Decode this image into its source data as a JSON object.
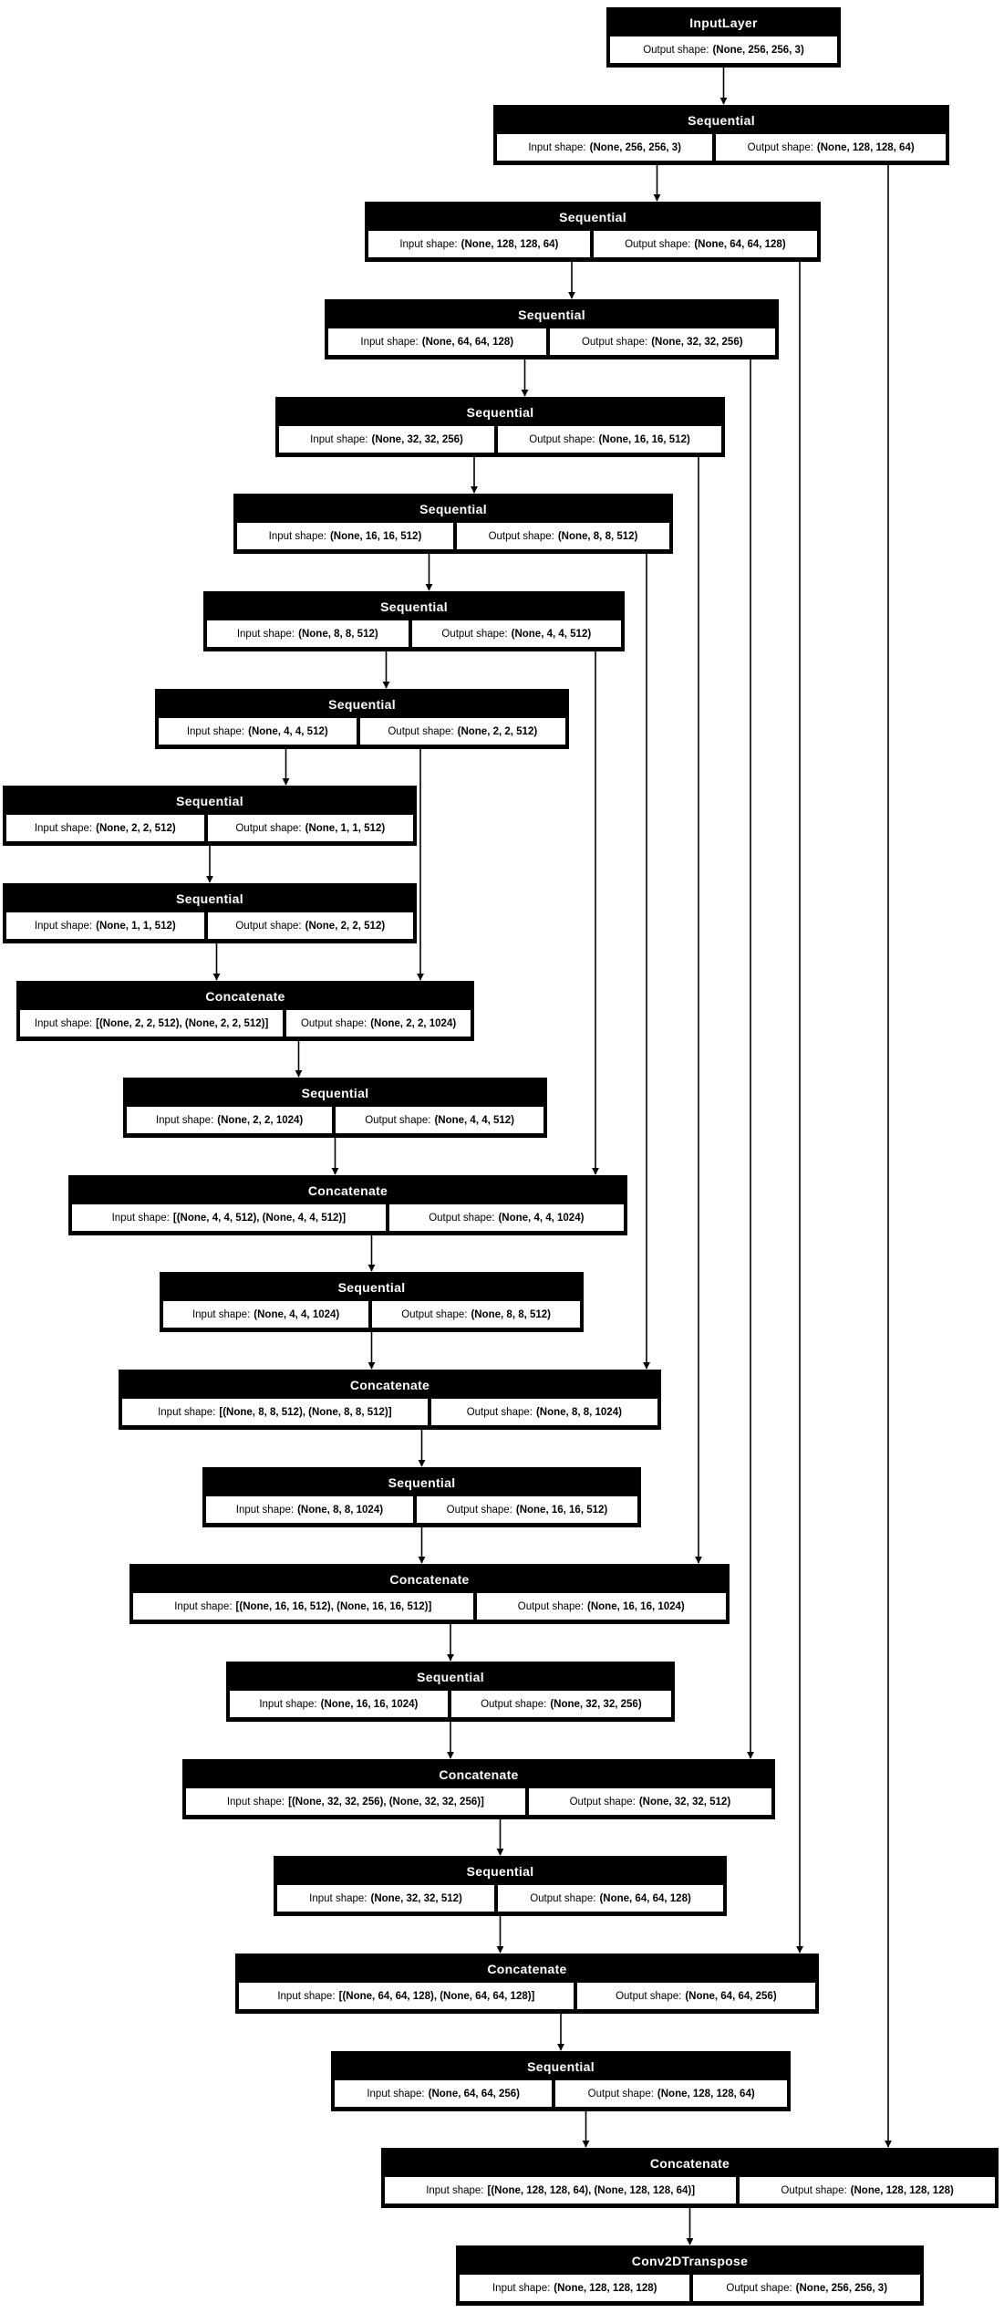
{
  "diagram": {
    "kind": "keras-model-plot",
    "labels": {
      "input": "Input shape:",
      "output": "Output shape:"
    },
    "colors": {
      "node_header_bg": "#000000",
      "node_header_text": "#ffffff",
      "cell_bg": "#ffffff",
      "cell_text": "#000000",
      "edge": "#000000",
      "background": "#ffffff"
    },
    "nodes": [
      {
        "title": "InputLayer",
        "output": "(None, 256, 256, 3)"
      },
      {
        "title": "Sequential",
        "input": "(None, 256, 256, 3)",
        "output": "(None, 128, 128, 64)"
      },
      {
        "title": "Sequential",
        "input": "(None, 128, 128, 64)",
        "output": "(None, 64, 64, 128)"
      },
      {
        "title": "Sequential",
        "input": "(None, 64, 64, 128)",
        "output": "(None, 32, 32, 256)"
      },
      {
        "title": "Sequential",
        "input": "(None, 32, 32, 256)",
        "output": "(None, 16, 16, 512)"
      },
      {
        "title": "Sequential",
        "input": "(None, 16, 16, 512)",
        "output": "(None, 8, 8, 512)"
      },
      {
        "title": "Sequential",
        "input": "(None, 8, 8, 512)",
        "output": "(None, 4, 4, 512)"
      },
      {
        "title": "Sequential",
        "input": "(None, 4, 4, 512)",
        "output": "(None, 2, 2, 512)"
      },
      {
        "title": "Sequential",
        "input": "(None, 2, 2, 512)",
        "output": "(None, 1, 1, 512)"
      },
      {
        "title": "Sequential",
        "input": "(None, 1, 1, 512)",
        "output": "(None, 2, 2, 512)"
      },
      {
        "title": "Concatenate",
        "input": "[(None, 2, 2, 512), (None, 2, 2, 512)]",
        "output": "(None, 2, 2, 1024)"
      },
      {
        "title": "Sequential",
        "input": "(None, 2, 2, 1024)",
        "output": "(None, 4, 4, 512)"
      },
      {
        "title": "Concatenate",
        "input": "[(None, 4, 4, 512), (None, 4, 4, 512)]",
        "output": "(None, 4, 4, 1024)"
      },
      {
        "title": "Sequential",
        "input": "(None, 4, 4, 1024)",
        "output": "(None, 8, 8, 512)"
      },
      {
        "title": "Concatenate",
        "input": "[(None, 8, 8, 512), (None, 8, 8, 512)]",
        "output": "(None, 8, 8, 1024)"
      },
      {
        "title": "Sequential",
        "input": "(None, 8, 8, 1024)",
        "output": "(None, 16, 16, 512)"
      },
      {
        "title": "Concatenate",
        "input": "[(None, 16, 16, 512), (None, 16, 16, 512)]",
        "output": "(None, 16, 16, 1024)"
      },
      {
        "title": "Sequential",
        "input": "(None, 16, 16, 1024)",
        "output": "(None, 32, 32, 256)"
      },
      {
        "title": "Concatenate",
        "input": "[(None, 32, 32, 256), (None, 32, 32, 256)]",
        "output": "(None, 32, 32, 512)"
      },
      {
        "title": "Sequential",
        "input": "(None, 32, 32, 512)",
        "output": "(None, 64, 64, 128)"
      },
      {
        "title": "Concatenate",
        "input": "[(None, 64, 64, 128), (None, 64, 64, 128)]",
        "output": "(None, 64, 64, 256)"
      },
      {
        "title": "Sequential",
        "input": "(None, 64, 64, 256)",
        "output": "(None, 128, 128, 64)"
      },
      {
        "title": "Concatenate",
        "input": "[(None, 128, 128, 64), (None, 128, 128, 64)]",
        "output": "(None, 128, 128, 128)"
      },
      {
        "title": "Conv2DTranspose",
        "input": "(None, 128, 128, 128)",
        "output": "(None, 256, 256, 3)"
      }
    ],
    "edges": [
      {
        "from": 0,
        "to": 1
      },
      {
        "from": 1,
        "to": 2
      },
      {
        "from": 2,
        "to": 3
      },
      {
        "from": 3,
        "to": 4
      },
      {
        "from": 4,
        "to": 5
      },
      {
        "from": 5,
        "to": 6
      },
      {
        "from": 6,
        "to": 7
      },
      {
        "from": 7,
        "to": 8
      },
      {
        "from": 8,
        "to": 9
      },
      {
        "from": 9,
        "to": 10
      },
      {
        "from": 10,
        "to": 11
      },
      {
        "from": 11,
        "to": 12
      },
      {
        "from": 12,
        "to": 13
      },
      {
        "from": 13,
        "to": 14
      },
      {
        "from": 14,
        "to": 15
      },
      {
        "from": 15,
        "to": 16
      },
      {
        "from": 16,
        "to": 17
      },
      {
        "from": 17,
        "to": 18
      },
      {
        "from": 18,
        "to": 19
      },
      {
        "from": 19,
        "to": 20
      },
      {
        "from": 20,
        "to": 21
      },
      {
        "from": 21,
        "to": 22
      },
      {
        "from": 22,
        "to": 23
      },
      {
        "from": 1,
        "to": 22,
        "skip": true
      },
      {
        "from": 2,
        "to": 20,
        "skip": true
      },
      {
        "from": 3,
        "to": 18,
        "skip": true
      },
      {
        "from": 4,
        "to": 16,
        "skip": true
      },
      {
        "from": 5,
        "to": 14,
        "skip": true
      },
      {
        "from": 6,
        "to": 12,
        "skip": true
      },
      {
        "from": 7,
        "to": 10,
        "skip": true
      }
    ]
  }
}
